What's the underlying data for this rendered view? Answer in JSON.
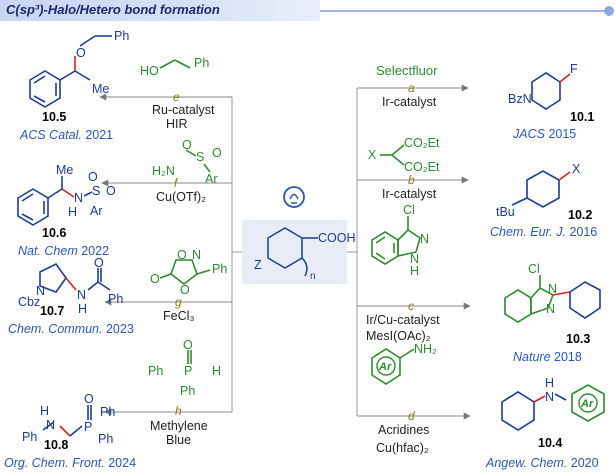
{
  "header": {
    "title": "C(sp³)-Halo/Hetero bond formation"
  },
  "center": {
    "cooh": "COOH",
    "z": "Z",
    "n": "n"
  },
  "left": [
    {
      "step": "e",
      "reagent1": "Ru-catalyst",
      "reagent2": "HIR",
      "compound": "10.5",
      "ref_journal": "ACS Catal.",
      "ref_year": "2021",
      "mol_labels": {
        "o": "O",
        "ph": "Ph",
        "me": "Me",
        "ho": "HO",
        "ph2": "Ph"
      }
    },
    {
      "step": "f",
      "reagent1": "Cu(OTf)₂",
      "compound": "10.6",
      "ref_journal": "Nat. Chem",
      "ref_year": "2022",
      "mol_labels": {
        "h2n": "H₂N",
        "s": "S",
        "o1": "O",
        "o2": "O",
        "ar": "Ar",
        "me": "Me",
        "nh": "N",
        "h": "H",
        "s2": "S",
        "o3": "O",
        "o4": "O",
        "ar2": "Ar"
      }
    },
    {
      "step": "g",
      "reagent1": "FeCl₃",
      "compound": "10.7",
      "ref_journal": "Chem. Commun.",
      "ref_year": "2023",
      "mol_labels": {
        "o1": "O",
        "n1": "N",
        "o2": "O",
        "o3": "O",
        "ph": "Ph",
        "cbz": "Cbz",
        "n2": "N",
        "nh": "N",
        "h": "H",
        "o4": "O",
        "ph2": "Ph"
      }
    },
    {
      "step": "h",
      "reagent1": "Methylene",
      "reagent2": "Blue",
      "compound": "10.8",
      "ref_journal": "Org. Chem. Front.",
      "ref_year": "2024",
      "mol_labels": {
        "ph1": "Ph",
        "p": "P",
        "h": "H",
        "o": "O",
        "ph2": "Ph",
        "ph3": "Ph",
        "h2": "H",
        "n": "N",
        "ph4": "Ph",
        "p2": "P",
        "o2": "O",
        "ph5": "Ph",
        "ph6": "Ph"
      }
    }
  ],
  "right": [
    {
      "step": "a",
      "reagent_top": "Selectfluor",
      "reagent1": "Ir-catalyst",
      "compound": "10.1",
      "ref_journal": "JACS",
      "ref_year": "2015",
      "mol_labels": {
        "bzn": "BzN",
        "f": "F"
      }
    },
    {
      "step": "b",
      "reagent1": "Ir-catalyst",
      "compound": "10.2",
      "ref_journal": "Chem. Eur. J.",
      "ref_year": "2016",
      "mol_labels": {
        "x": "X",
        "co2et1": "CO₂Et",
        "co2et2": "CO₂Et",
        "tbu": "tBu",
        "x2": "X"
      }
    },
    {
      "step": "c",
      "reagent1": "Ir/Cu-catalyst",
      "reagent2": "MesI(OAc)₂",
      "compound": "10.3",
      "ref_journal": "Nature",
      "ref_year": "2018",
      "mol_labels": {
        "cl": "Cl",
        "n": "N",
        "nh": "N",
        "h": "H",
        "cl2": "Cl",
        "n2": "N",
        "n3": "N"
      }
    },
    {
      "step": "d",
      "reagent1": "Acridines",
      "reagent2": "Cu(hfac)₂",
      "compound": "10.4",
      "ref_journal": "Angew. Chem.",
      "ref_year": "2020",
      "mol_labels": {
        "ar": "Ar",
        "nh2": "NH₂",
        "h": "H",
        "n": "N",
        "ar2": "Ar"
      }
    }
  ],
  "colors": {
    "blue": "#1a3d8f",
    "green": "#2e8b2e",
    "red": "#d62020",
    "step": "#8b7a16",
    "ref": "#2a57b3"
  }
}
